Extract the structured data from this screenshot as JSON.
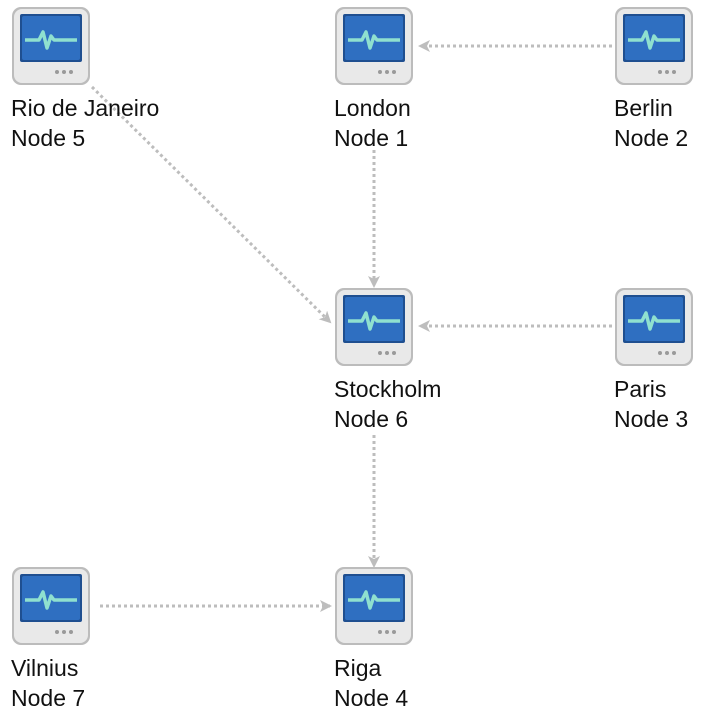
{
  "diagram": {
    "edge_color": "#bdbdbd",
    "icon_name": "network-monitor-icon",
    "icon_screen_color": "#2f6fc1",
    "icon_pulse_color": "#8fe0cf"
  },
  "nodes": {
    "n1": {
      "city": "London",
      "label": "Node 1"
    },
    "n2": {
      "city": "Berlin",
      "label": "Node 2"
    },
    "n3": {
      "city": "Paris",
      "label": "Node 3"
    },
    "n4": {
      "city": "Riga",
      "label": "Node 4"
    },
    "n5": {
      "city": "Rio de Janeiro",
      "label": "Node 5"
    },
    "n6": {
      "city": "Stockholm",
      "label": "Node 6"
    },
    "n7": {
      "city": "Vilnius",
      "label": "Node 7"
    }
  },
  "edges": [
    {
      "from": "Berlin",
      "to": "London"
    },
    {
      "from": "London",
      "to": "Stockholm"
    },
    {
      "from": "Rio de Janeiro",
      "to": "Stockholm"
    },
    {
      "from": "Paris",
      "to": "Stockholm"
    },
    {
      "from": "Stockholm",
      "to": "Riga"
    },
    {
      "from": "Vilnius",
      "to": "Riga"
    }
  ]
}
